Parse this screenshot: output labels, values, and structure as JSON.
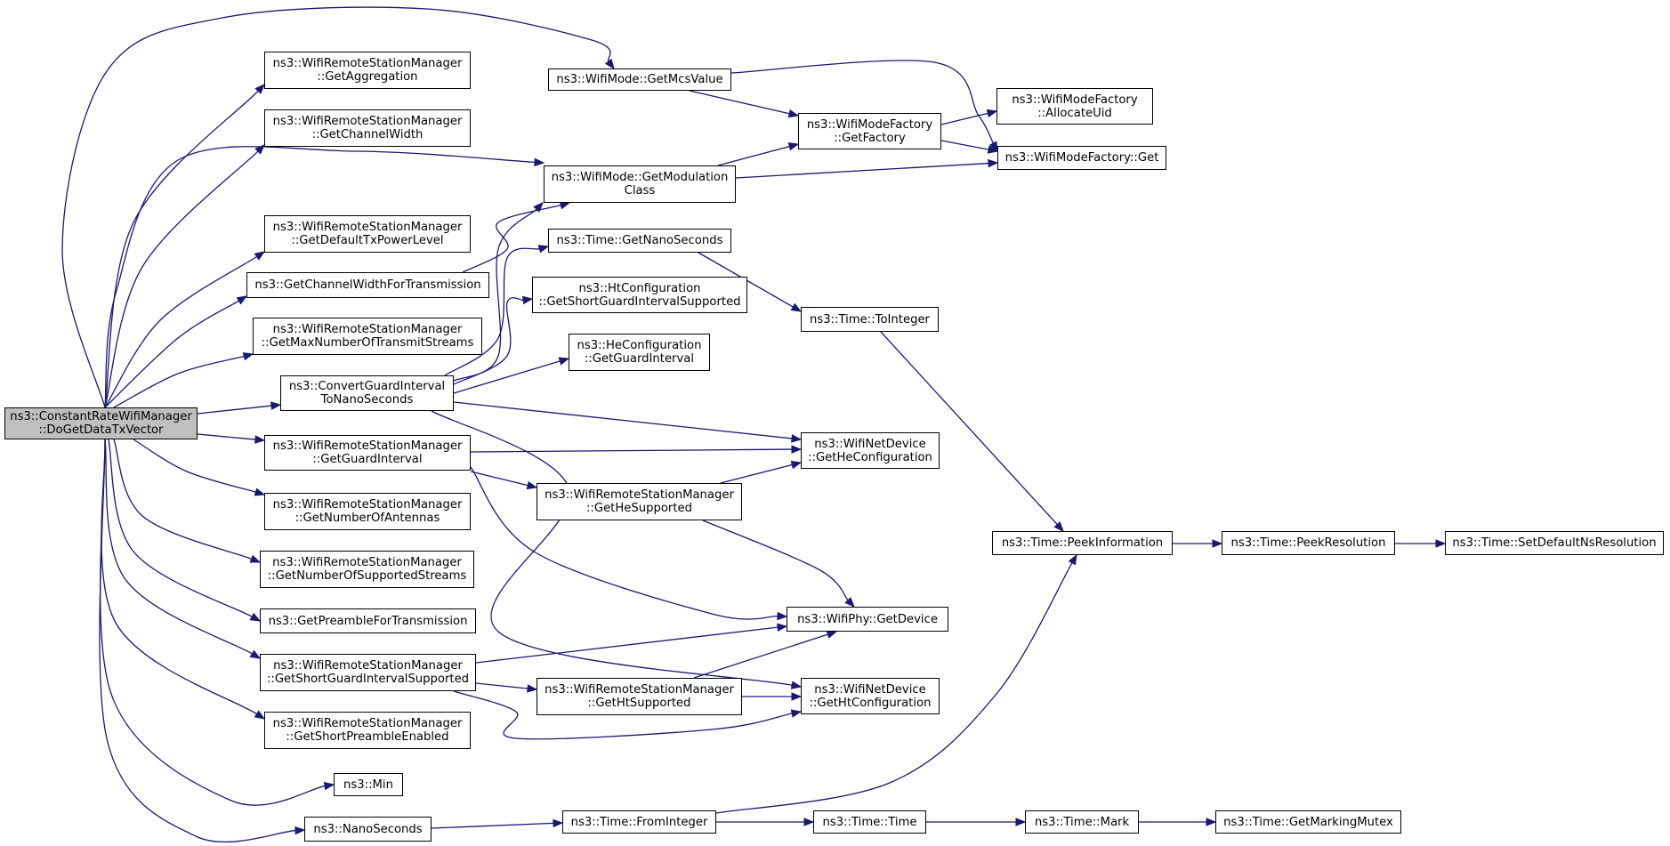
{
  "graph": {
    "edge_color": "#191970",
    "root_fill": "#bfbfbf",
    "nodes": [
      {
        "id": "root",
        "label": "ns3::ConstantRateWifiManager\n::DoGetDataTxVector",
        "root": true
      },
      {
        "id": "getAggregation",
        "label": "ns3::WifiRemoteStationManager\n::GetAggregation"
      },
      {
        "id": "getChannelWidth",
        "label": "ns3::WifiRemoteStationManager\n::GetChannelWidth"
      },
      {
        "id": "getDefaultTxPowerLevel",
        "label": "ns3::WifiRemoteStationManager\n::GetDefaultTxPowerLevel"
      },
      {
        "id": "getChannelWidthForTx",
        "label": "ns3::GetChannelWidthForTransmission"
      },
      {
        "id": "getMaxNumberOfTransmitStreams",
        "label": "ns3::WifiRemoteStationManager\n::GetMaxNumberOfTransmitStreams"
      },
      {
        "id": "convertGuardInterval",
        "label": "ns3::ConvertGuardInterval\nToNanoSeconds"
      },
      {
        "id": "getGuardInterval",
        "label": "ns3::WifiRemoteStationManager\n::GetGuardInterval"
      },
      {
        "id": "getNumberOfAntennas",
        "label": "ns3::WifiRemoteStationManager\n::GetNumberOfAntennas"
      },
      {
        "id": "getNumberOfSupportedStreams",
        "label": "ns3::WifiRemoteStationManager\n::GetNumberOfSupportedStreams"
      },
      {
        "id": "getPreambleForTx",
        "label": "ns3::GetPreambleForTransmission"
      },
      {
        "id": "getShortGuardIntervalSupported",
        "label": "ns3::WifiRemoteStationManager\n::GetShortGuardIntervalSupported"
      },
      {
        "id": "getShortPreambleEnabled",
        "label": "ns3::WifiRemoteStationManager\n::GetShortPreambleEnabled"
      },
      {
        "id": "min",
        "label": "ns3::Min"
      },
      {
        "id": "nanoSeconds",
        "label": "ns3::NanoSeconds"
      },
      {
        "id": "getMcsValue",
        "label": "ns3::WifiMode::GetMcsValue"
      },
      {
        "id": "getModulationClass",
        "label": "ns3::WifiMode::GetModulation\nClass"
      },
      {
        "id": "getNanoSeconds",
        "label": "ns3::Time::GetNanoSeconds"
      },
      {
        "id": "htGetSgiSupported",
        "label": "ns3::HtConfiguration\n::GetShortGuardIntervalSupported"
      },
      {
        "id": "heGetGuardInterval",
        "label": "ns3::HeConfiguration\n::GetGuardInterval"
      },
      {
        "id": "getHeSupported",
        "label": "ns3::WifiRemoteStationManager\n::GetHeSupported"
      },
      {
        "id": "getHtSupported",
        "label": "ns3::WifiRemoteStationManager\n::GetHtSupported"
      },
      {
        "id": "fromInteger",
        "label": "ns3::Time::FromInteger"
      },
      {
        "id": "modeFactoryGetFactory",
        "label": "ns3::WifiModeFactory\n::GetFactory"
      },
      {
        "id": "toInteger",
        "label": "ns3::Time::ToInteger"
      },
      {
        "id": "getHeConfiguration",
        "label": "ns3::WifiNetDevice\n::GetHeConfiguration"
      },
      {
        "id": "phyGetDevice",
        "label": "ns3::WifiPhy::GetDevice"
      },
      {
        "id": "getHtConfiguration",
        "label": "ns3::WifiNetDevice\n::GetHtConfiguration"
      },
      {
        "id": "timeTime",
        "label": "ns3::Time::Time"
      },
      {
        "id": "allocateUid",
        "label": "ns3::WifiModeFactory\n::AllocateUid"
      },
      {
        "id": "modeFactoryGet",
        "label": "ns3::WifiModeFactory::Get"
      },
      {
        "id": "peekInformation",
        "label": "ns3::Time::PeekInformation"
      },
      {
        "id": "timeMark",
        "label": "ns3::Time::Mark"
      },
      {
        "id": "peekResolution",
        "label": "ns3::Time::PeekResolution"
      },
      {
        "id": "getMarkingMutex",
        "label": "ns3::Time::GetMarkingMutex"
      },
      {
        "id": "setDefaultNsResolution",
        "label": "ns3::Time::SetDefaultNsResolution"
      }
    ],
    "edges": [
      [
        "root",
        "getMcsValue"
      ],
      [
        "root",
        "getAggregation"
      ],
      [
        "root",
        "getChannelWidth"
      ],
      [
        "root",
        "getModulationClass"
      ],
      [
        "root",
        "getDefaultTxPowerLevel"
      ],
      [
        "root",
        "getChannelWidthForTx"
      ],
      [
        "root",
        "getMaxNumberOfTransmitStreams"
      ],
      [
        "root",
        "convertGuardInterval"
      ],
      [
        "root",
        "getGuardInterval"
      ],
      [
        "root",
        "getNumberOfAntennas"
      ],
      [
        "root",
        "getNumberOfSupportedStreams"
      ],
      [
        "root",
        "getPreambleForTx"
      ],
      [
        "root",
        "getShortGuardIntervalSupported"
      ],
      [
        "root",
        "getShortPreambleEnabled"
      ],
      [
        "root",
        "min"
      ],
      [
        "root",
        "nanoSeconds"
      ],
      [
        "getMcsValue",
        "modeFactoryGetFactory"
      ],
      [
        "getMcsValue",
        "modeFactoryGet"
      ],
      [
        "getModulationClass",
        "modeFactoryGetFactory"
      ],
      [
        "getModulationClass",
        "modeFactoryGet"
      ],
      [
        "modeFactoryGetFactory",
        "allocateUid"
      ],
      [
        "modeFactoryGetFactory",
        "modeFactoryGet"
      ],
      [
        "getChannelWidthForTx",
        "getModulationClass"
      ],
      [
        "convertGuardInterval",
        "getModulationClass"
      ],
      [
        "convertGuardInterval",
        "getNanoSeconds"
      ],
      [
        "convertGuardInterval",
        "htGetSgiSupported"
      ],
      [
        "convertGuardInterval",
        "heGetGuardInterval"
      ],
      [
        "convertGuardInterval",
        "getHeConfiguration"
      ],
      [
        "convertGuardInterval",
        "getHtConfiguration"
      ],
      [
        "getNanoSeconds",
        "toInteger"
      ],
      [
        "toInteger",
        "peekInformation"
      ],
      [
        "getGuardInterval",
        "getHeConfiguration"
      ],
      [
        "getGuardInterval",
        "getHeSupported"
      ],
      [
        "getGuardInterval",
        "phyGetDevice"
      ],
      [
        "getHeSupported",
        "getHeConfiguration"
      ],
      [
        "getHeSupported",
        "phyGetDevice"
      ],
      [
        "getShortGuardIntervalSupported",
        "phyGetDevice"
      ],
      [
        "getShortGuardIntervalSupported",
        "getHtSupported"
      ],
      [
        "getShortGuardIntervalSupported",
        "getHtConfiguration"
      ],
      [
        "getHtSupported",
        "phyGetDevice"
      ],
      [
        "getHtSupported",
        "getHtConfiguration"
      ],
      [
        "nanoSeconds",
        "fromInteger"
      ],
      [
        "fromInteger",
        "peekInformation"
      ],
      [
        "fromInteger",
        "timeTime"
      ],
      [
        "timeTime",
        "timeMark"
      ],
      [
        "timeMark",
        "getMarkingMutex"
      ],
      [
        "peekInformation",
        "peekResolution"
      ],
      [
        "peekResolution",
        "setDefaultNsResolution"
      ]
    ]
  }
}
